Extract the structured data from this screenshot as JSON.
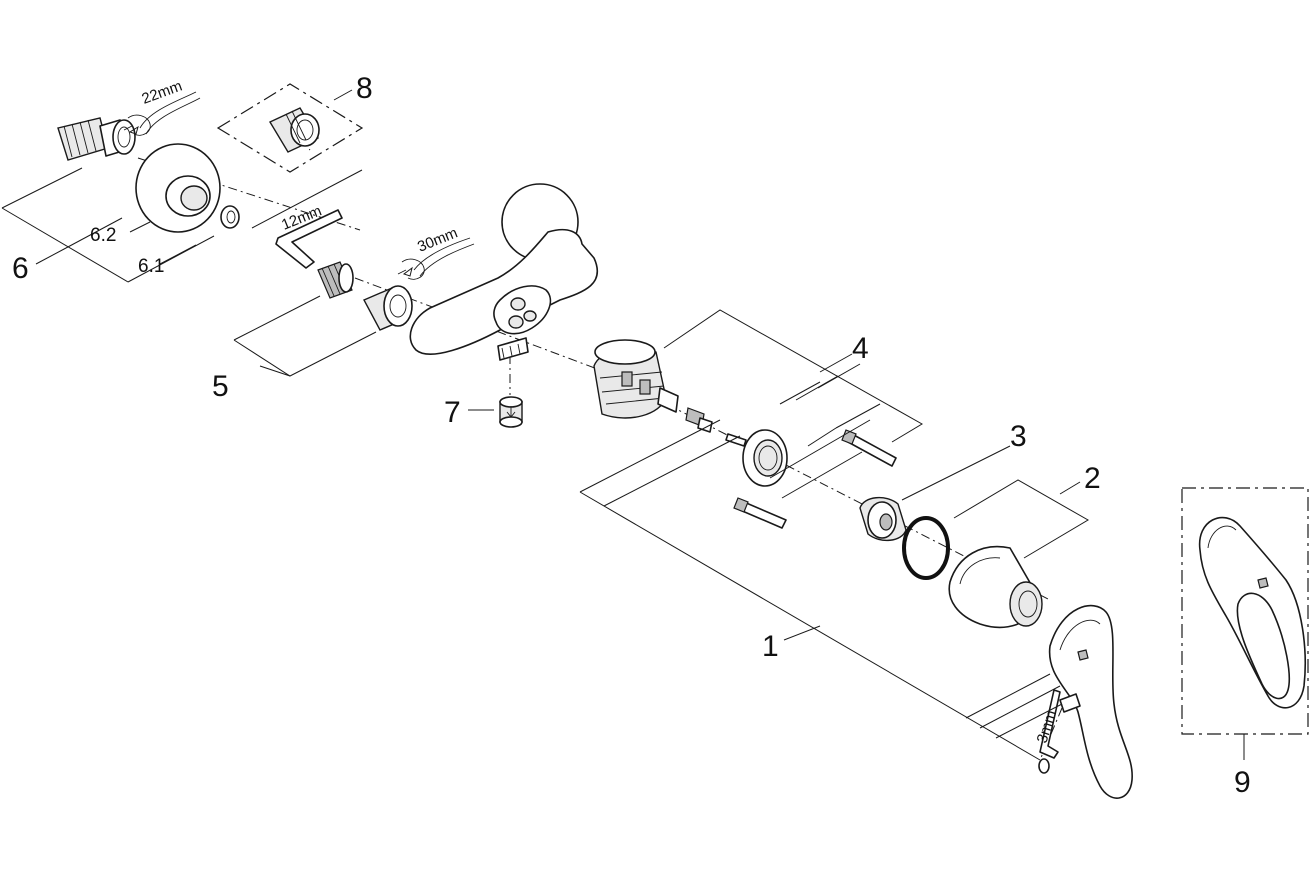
{
  "callouts": {
    "p1": "1",
    "p2": "2",
    "p3": "3",
    "p4": "4",
    "p5": "5",
    "p6": "6",
    "p6_1": "6.1",
    "p6_2": "6.2",
    "p7": "7",
    "p8": "8",
    "p9": "9"
  },
  "tools": {
    "wrench_22": "22mm",
    "hex_12": "12mm",
    "wrench_30": "30mm",
    "hex_3": "3mm"
  }
}
